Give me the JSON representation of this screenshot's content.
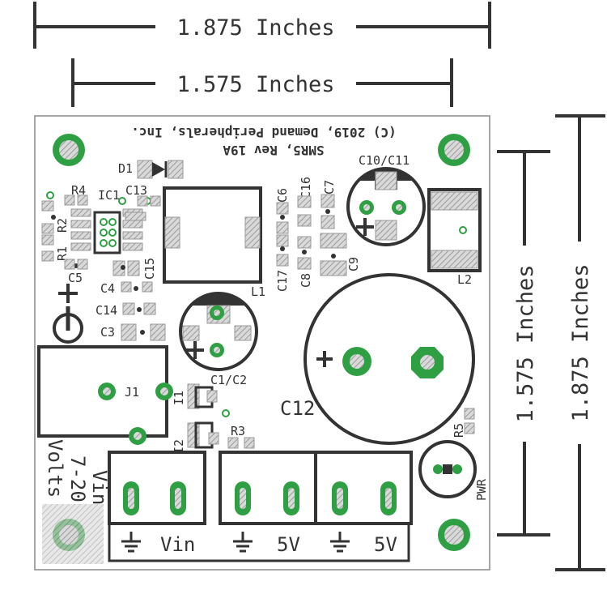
{
  "dimensions": {
    "outer_width": "1.875 Inches",
    "inner_width": "1.575 Inches",
    "inner_height": "1.575 Inches",
    "outer_height": "1.875 Inches"
  },
  "board": {
    "copyright": "(C) 2019, Demand Peripherals, Inc.",
    "product": "SMR5, Rev 19A"
  },
  "labels": {
    "D1": "D1",
    "R4": "R4",
    "IC1": "IC1",
    "C13": "C13",
    "R2": "R2",
    "R1": "R1",
    "C15": "C15",
    "C5": "C5",
    "C4": "C4",
    "C14": "C14",
    "C3": "C3",
    "C6": "C6",
    "C16": "C16",
    "C7": "C7",
    "C17": "C17",
    "C8": "C8",
    "C9": "C9",
    "C10_C11": "C10/C11",
    "L1": "L1",
    "L2": "L2",
    "J1": "J1",
    "C1_C2": "C1/C2",
    "I1": "I1",
    "I2": "I2",
    "R3": "R3",
    "C12": "C12",
    "R5": "R5",
    "PWR": "PWR"
  },
  "connectors": {
    "vin_note_line1": "Vin",
    "vin_note_line2": "7-20",
    "vin_note_line3": "Volts",
    "terminal1_label": "Vin",
    "terminal2_label": "5V",
    "terminal3_label": "5V"
  },
  "colors": {
    "silkscreen": "#333333",
    "copper": "#2ea043",
    "pad_hatch": "#999999"
  }
}
